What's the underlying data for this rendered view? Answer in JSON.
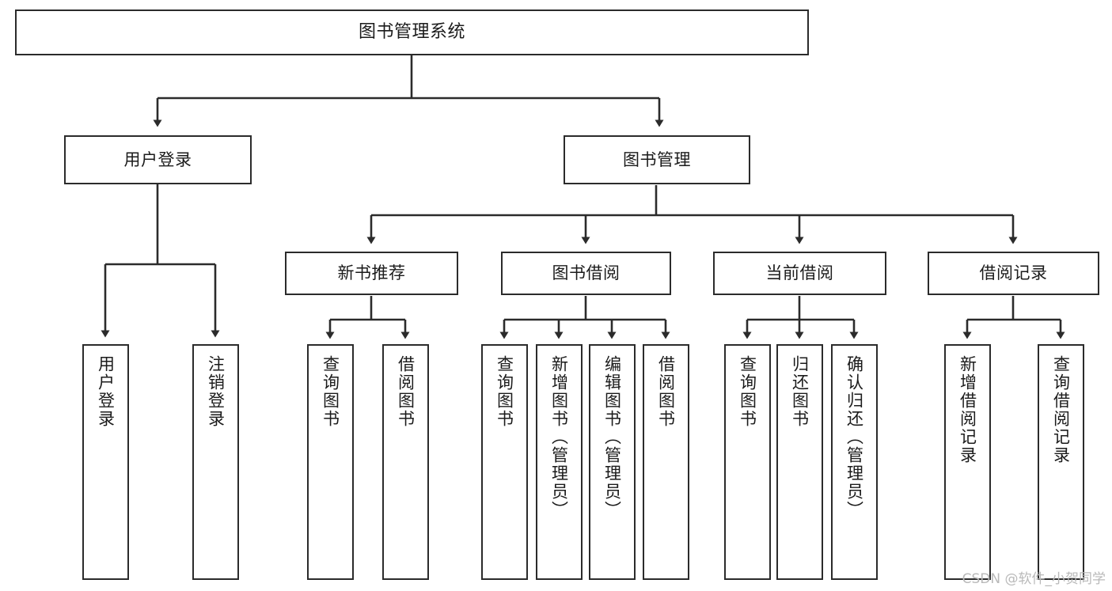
{
  "diagram": {
    "title": "图书管理系统",
    "type": "tree-hierarchy-chart",
    "root": {
      "id": "root",
      "label": "图书管理系统"
    },
    "level1": [
      {
        "id": "user-login",
        "label": "用户登录"
      },
      {
        "id": "book-manage",
        "label": "图书管理"
      }
    ],
    "level2": [
      {
        "id": "new-book-recommend",
        "label": "新书推荐",
        "parent": "book-manage"
      },
      {
        "id": "book-borrow",
        "label": "图书借阅",
        "parent": "book-manage"
      },
      {
        "id": "current-borrow",
        "label": "当前借阅",
        "parent": "book-manage"
      },
      {
        "id": "borrow-record",
        "label": "借阅记录",
        "parent": "book-manage"
      }
    ],
    "leaves": [
      {
        "id": "leaf-user-login",
        "label": "用户登录",
        "parent": "user-login"
      },
      {
        "id": "leaf-user-logout",
        "label": "注销登录",
        "parent": "user-login"
      },
      {
        "id": "leaf-query-book-1",
        "label": "查询图书",
        "parent": "new-book-recommend"
      },
      {
        "id": "leaf-borrow-book-1",
        "label": "借阅图书",
        "parent": "new-book-recommend"
      },
      {
        "id": "leaf-query-book-2",
        "label": "查询图书",
        "parent": "book-borrow"
      },
      {
        "id": "leaf-add-book",
        "label": "新增图书（管理员）",
        "parent": "book-borrow"
      },
      {
        "id": "leaf-edit-book",
        "label": "编辑图书（管理员）",
        "parent": "book-borrow"
      },
      {
        "id": "leaf-borrow-book-2",
        "label": "借阅图书",
        "parent": "book-borrow"
      },
      {
        "id": "leaf-query-book-3",
        "label": "查询图书",
        "parent": "current-borrow"
      },
      {
        "id": "leaf-return-book",
        "label": "归还图书",
        "parent": "current-borrow"
      },
      {
        "id": "leaf-confirm-return",
        "label": "确认归还（管理员）",
        "parent": "current-borrow"
      },
      {
        "id": "leaf-add-record",
        "label": "新增借阅记录",
        "parent": "borrow-record"
      },
      {
        "id": "leaf-query-record",
        "label": "查询借阅记录",
        "parent": "borrow-record"
      }
    ]
  },
  "watermark": {
    "text": "CSDN @软件_小贺同学"
  },
  "colors": {
    "background": "#ffffff",
    "node_border": "#2b2b2b",
    "node_fill": "#ffffff",
    "text": "#1b1b1b",
    "edge": "#2b2b2b",
    "watermark": "#b9b9b9"
  }
}
